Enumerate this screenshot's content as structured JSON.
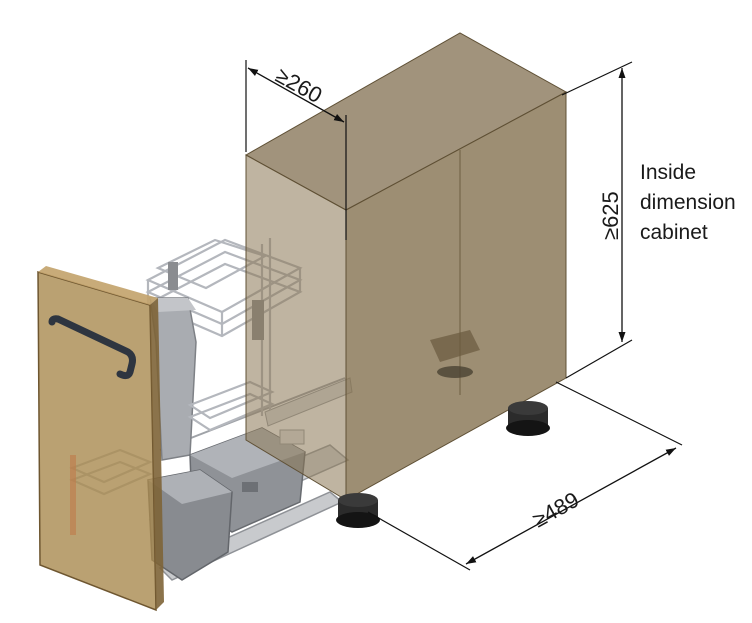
{
  "dimensions": {
    "depth": "≥260",
    "height": "≥625",
    "width": "≥489"
  },
  "caption": {
    "line1": "Inside",
    "line2": "dimension",
    "line3": "cabinet"
  },
  "colors": {
    "cabinet": "#7d6a49",
    "door": "#a9894f",
    "wire": "#b9bcc2",
    "bin": "#8e9196",
    "handle": "#2e3540",
    "foot": "#1c1c1c"
  }
}
